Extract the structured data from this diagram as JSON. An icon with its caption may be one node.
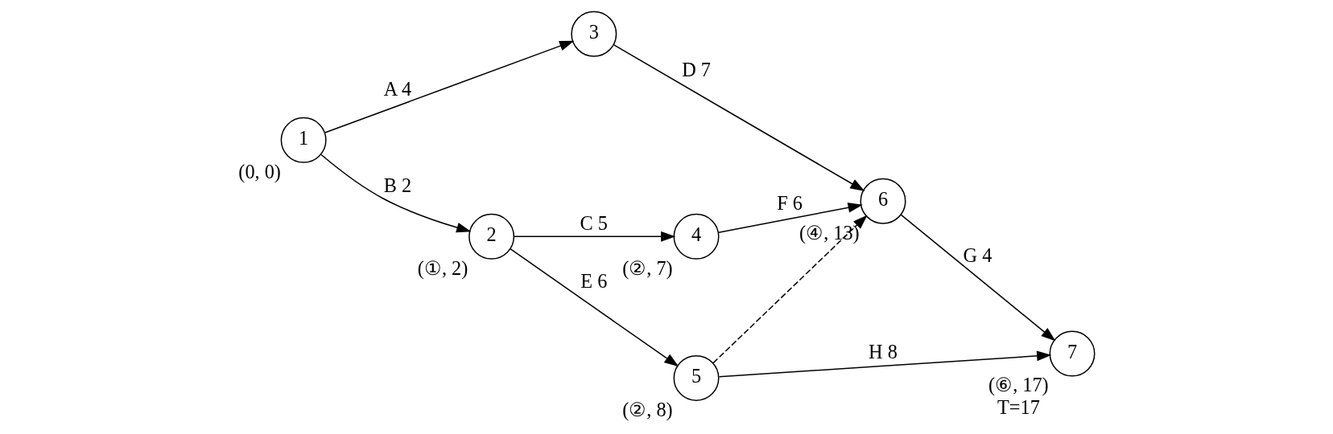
{
  "diagram": {
    "nodes": [
      {
        "text": [
          "1"
        ],
        "beside": [
          "(0, 0)"
        ]
      },
      {
        "text": [
          "2"
        ],
        "beside": [
          "(①, 2)"
        ]
      },
      {
        "text": [
          "3"
        ]
      },
      {
        "text": [
          "4"
        ],
        "beside": [
          "(②, 7)"
        ]
      },
      {
        "text": [
          "5"
        ],
        "beside": [
          "(②, 8)"
        ]
      },
      {
        "text": [
          "6"
        ],
        "beside": [
          "(④, 13)"
        ]
      },
      {
        "text": [
          "7"
        ],
        "beside": [
          "(⑥, 17)",
          "T=17"
        ]
      }
    ],
    "edges": [
      {
        "from": 0,
        "to": 2,
        "arrow": "to",
        "label": "A 4"
      },
      {
        "from": 0,
        "to": 1,
        "arrow": "to",
        "label": "B 2"
      },
      {
        "from": 2,
        "to": 5,
        "arrow": "to",
        "label": "D 7"
      },
      {
        "from": 1,
        "to": 3,
        "arrow": "to",
        "label": "C 5"
      },
      {
        "from": 3,
        "to": 5,
        "arrow": "to",
        "label": "F 6"
      },
      {
        "from": 5,
        "to": 6,
        "arrow": "to",
        "label": "G 4"
      },
      {
        "from": 1,
        "to": 4,
        "arrow": "to",
        "label": "E 6"
      },
      {
        "from": 4,
        "to": 5,
        "arrow": "to",
        "style": "dashed"
      },
      {
        "from": 4,
        "to": 6,
        "arrow": "to",
        "label": "H 8"
      }
    ]
  }
}
